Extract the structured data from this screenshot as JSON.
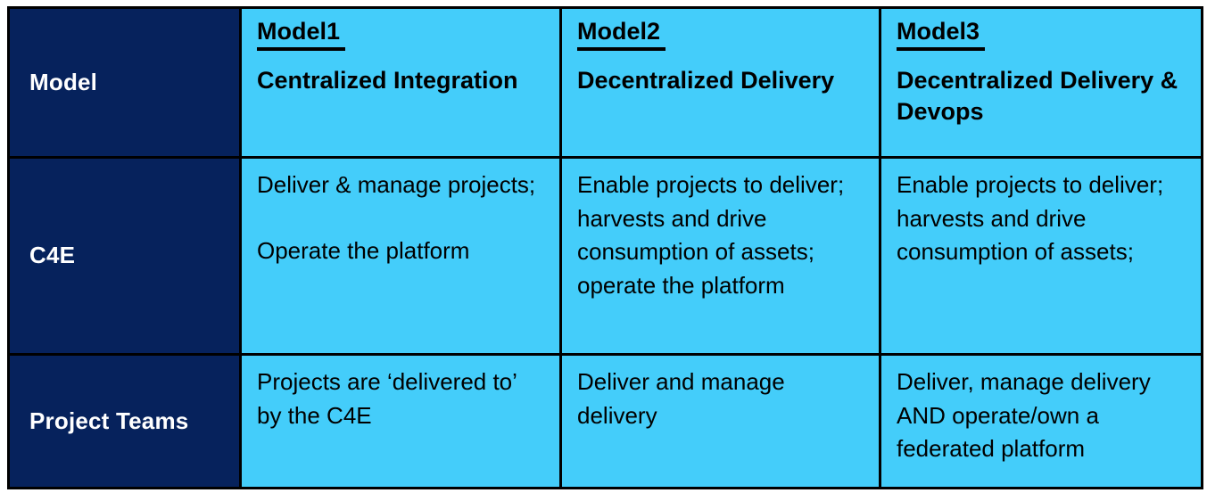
{
  "table": {
    "row_header_label": "Model",
    "columns": [
      {
        "number_label": "Model1",
        "name": "Centralized Integration"
      },
      {
        "number_label": "Model2",
        "name": "Decentralized Delivery"
      },
      {
        "number_label": "Model3",
        "name": "Decentralized Delivery & Devops"
      }
    ],
    "rows": [
      {
        "label": "C4E",
        "cells": [
          {
            "paragraphs": [
              "Deliver & manage projects;",
              "Operate the platform"
            ]
          },
          {
            "paragraphs": [
              "Enable projects to deliver; harvests and drive consumption of assets; operate the platform"
            ]
          },
          {
            "paragraphs": [
              "Enable projects to deliver; harvests and drive consumption of assets;"
            ]
          }
        ]
      },
      {
        "label": "Project Teams",
        "cells": [
          {
            "paragraphs": [
              "Projects are ‘delivered to’ by the C4E"
            ]
          },
          {
            "paragraphs": [
              "Deliver and manage delivery"
            ]
          },
          {
            "paragraphs": [
              "Deliver, manage delivery AND operate/own a federated platform"
            ]
          }
        ]
      }
    ]
  },
  "colors": {
    "label_background": "#06225c",
    "cell_background": "#44cdfa",
    "border": "#000000",
    "label_text": "#ffffff",
    "cell_text": "#000000",
    "page_background": "#ffffff"
  }
}
